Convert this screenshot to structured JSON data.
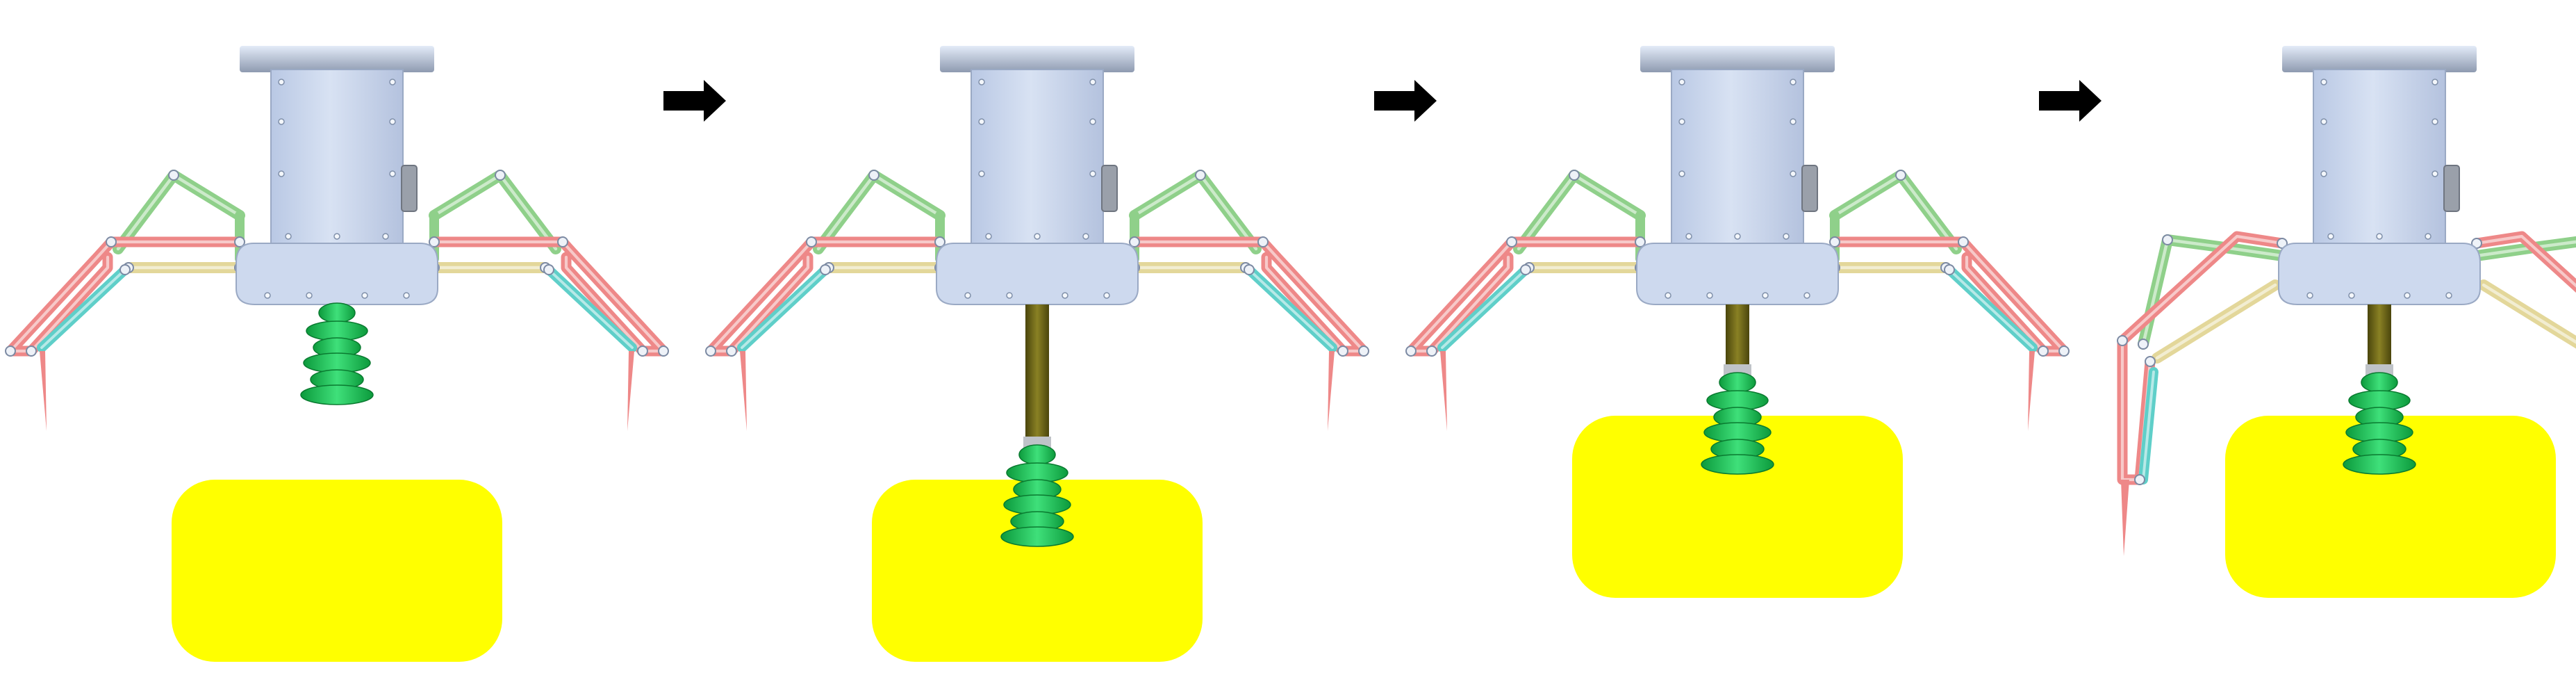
{
  "colors": {
    "background": "#ffffff",
    "housing": "#cdd9ee",
    "housing_edge": "#9aa9c4",
    "cap_top": "#dde6f5",
    "cap_bottom": "#8c98ae",
    "link_green": "#8fd08a",
    "link_red": "#ee8888",
    "link_cyan": "#5fcfc9",
    "link_tan": "#e3d79a",
    "suction_cup": "#12b84a",
    "suction_cup_light": "#3fe07a",
    "rod": "#6b6416",
    "object": "#ffff00",
    "arrow": "#000000"
  },
  "icons": [
    "right-arrow-icon"
  ],
  "steps": [
    {
      "id": 1,
      "rod_extension": 0.0,
      "object_raised": false,
      "fingers": "open"
    },
    {
      "id": 2,
      "rod_extension": 1.0,
      "object_raised": false,
      "fingers": "open"
    },
    {
      "id": 3,
      "rod_extension": 0.35,
      "object_raised": true,
      "fingers": "open"
    },
    {
      "id": 4,
      "rod_extension": 0.35,
      "object_raised": true,
      "fingers": "closed"
    }
  ]
}
